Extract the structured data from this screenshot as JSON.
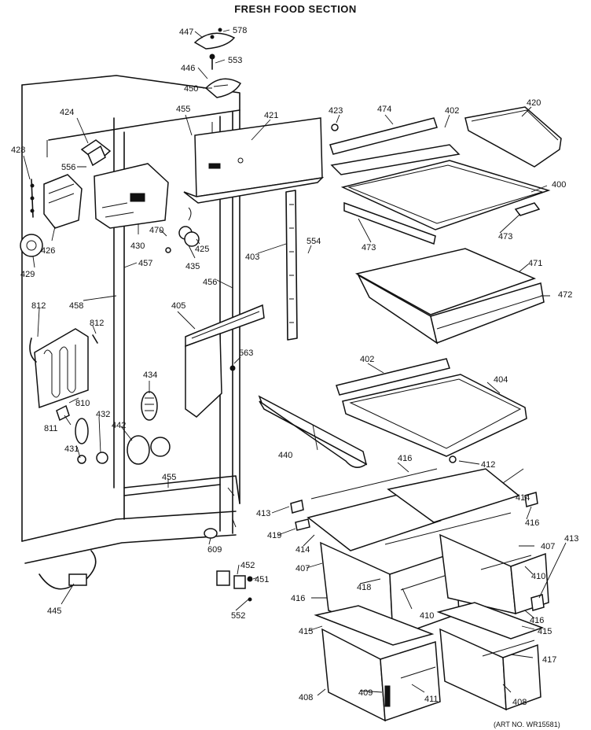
{
  "title": "FRESH FOOD SECTION",
  "footer": "(ART NO. WR15581)",
  "parts": [
    {
      "n": "447"
    },
    {
      "n": "578"
    },
    {
      "n": "446"
    },
    {
      "n": "553"
    },
    {
      "n": "450"
    },
    {
      "n": "424"
    },
    {
      "n": "455"
    },
    {
      "n": "421"
    },
    {
      "n": "423"
    },
    {
      "n": "474"
    },
    {
      "n": "402"
    },
    {
      "n": "420"
    },
    {
      "n": "428"
    },
    {
      "n": "556"
    },
    {
      "n": "426"
    },
    {
      "n": "430"
    },
    {
      "n": "470"
    },
    {
      "n": "435"
    },
    {
      "n": "425"
    },
    {
      "n": "400"
    },
    {
      "n": "473"
    },
    {
      "n": "473"
    },
    {
      "n": "429"
    },
    {
      "n": "403"
    },
    {
      "n": "554"
    },
    {
      "n": "457"
    },
    {
      "n": "456"
    },
    {
      "n": "471"
    },
    {
      "n": "472"
    },
    {
      "n": "812"
    },
    {
      "n": "458"
    },
    {
      "n": "812"
    },
    {
      "n": "405"
    },
    {
      "n": "563"
    },
    {
      "n": "402"
    },
    {
      "n": "404"
    },
    {
      "n": "434"
    },
    {
      "n": "810"
    },
    {
      "n": "811"
    },
    {
      "n": "432"
    },
    {
      "n": "442"
    },
    {
      "n": "431"
    },
    {
      "n": "440"
    },
    {
      "n": "416"
    },
    {
      "n": "412"
    },
    {
      "n": "455"
    },
    {
      "n": "413"
    },
    {
      "n": "414"
    },
    {
      "n": "416"
    },
    {
      "n": "419"
    },
    {
      "n": "414"
    },
    {
      "n": "609"
    },
    {
      "n": "407"
    },
    {
      "n": "452"
    },
    {
      "n": "451"
    },
    {
      "n": "407"
    },
    {
      "n": "410"
    },
    {
      "n": "413"
    },
    {
      "n": "418"
    },
    {
      "n": "416"
    },
    {
      "n": "410"
    },
    {
      "n": "445"
    },
    {
      "n": "552"
    },
    {
      "n": "416"
    },
    {
      "n": "415"
    },
    {
      "n": "415"
    },
    {
      "n": "417"
    },
    {
      "n": "408"
    },
    {
      "n": "409"
    },
    {
      "n": "411"
    },
    {
      "n": "408"
    }
  ]
}
